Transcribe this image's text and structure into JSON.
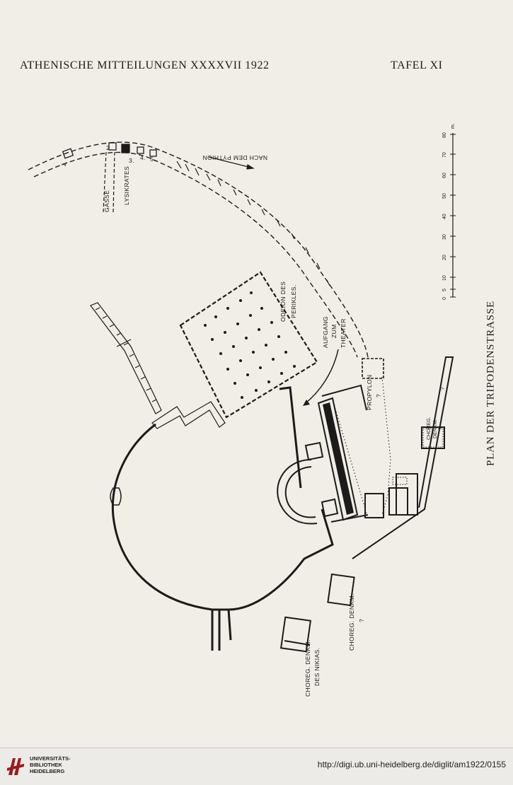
{
  "header": {
    "journal": "ATHENISCHE MITTEILUNGEN XXXXVII 1922",
    "plate": "TAFEL XI"
  },
  "plate_title": "PLAN DER TRIPODENSTRASSE",
  "plan_labels": {
    "num1": "1.",
    "num2": "2.",
    "num3": "3.",
    "num4": "4.",
    "num5": "5.",
    "gasse": "GASSE",
    "lysikrates": "LYSIKRATES",
    "nach_pythion": "NACH DEM PYTHION",
    "odeion_1": "ODEION DES",
    "odeion_2": "PERIKLES.",
    "aufgang_1": "AUFGANG",
    "aufgang_2": "ZUM",
    "aufgang_3": "THEATER",
    "propylon": "PROPYLON",
    "propylon_q": "?",
    "choreg_top_1": "CHOREG.",
    "choreg_top_2": "DENKM.",
    "choreg_top_q": "?",
    "choreg_mid": "CHOREG. DENKM.",
    "choreg_mid_q": "?",
    "choreg_nikias_1": "CHOREG. DENKM.",
    "choreg_nikias_2": "DES NIKIAS."
  },
  "scale": {
    "ticks": [
      "0",
      "5",
      "10",
      "20",
      "30",
      "40",
      "50",
      "60",
      "70",
      "80"
    ],
    "unit": "m."
  },
  "footer": {
    "library_line1": "UNIVERSITÄTS-",
    "library_line2": "BIBLIOTHEK",
    "library_line3": "HEIDELBERG",
    "url": "http://digi.ub.uni-heidelberg.de/diglit/am1922/0155"
  }
}
